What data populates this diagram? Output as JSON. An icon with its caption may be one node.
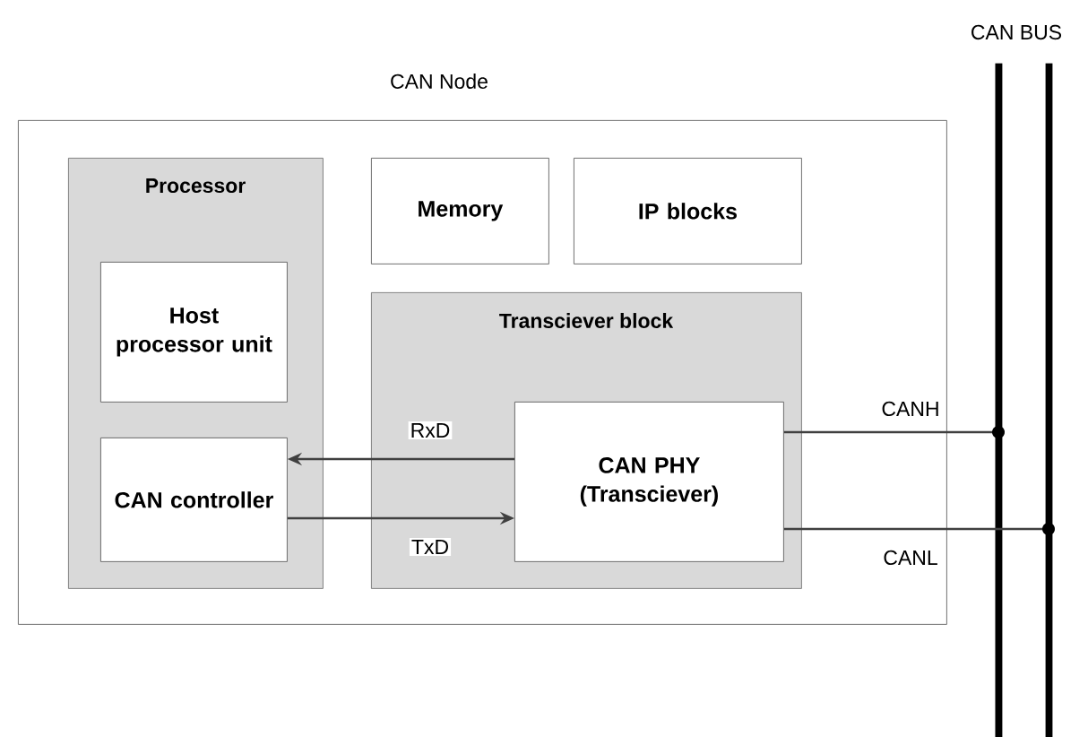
{
  "diagram": {
    "nodes": [
      {
        "text": [
          "CAN Node"
        ]
      },
      {
        "text": [
          "Processor"
        ],
        "in": 0
      },
      {
        "text": [
          "Host processor unit"
        ],
        "in": 1
      },
      {
        "text": [
          "CAN controller"
        ],
        "in": 1
      },
      {
        "text": [
          "Memory"
        ],
        "in": 0
      },
      {
        "text": [
          "IP blocks"
        ],
        "in": 0
      },
      {
        "text": [
          "Transciever block"
        ],
        "in": 0
      },
      {
        "text": [
          "CAN PHY (Transciever)"
        ],
        "in": 6
      },
      {
        "text": [],
        "shape": "bar"
      },
      {
        "text": [],
        "shape": "bar"
      }
    ],
    "edges": [
      {
        "from": 7,
        "to": 3,
        "arrow": "to",
        "label": "RxD"
      },
      {
        "from": 3,
        "to": 7,
        "arrow": "to",
        "label": "TxD"
      },
      {
        "from": 7,
        "to": 8,
        "arrow": "none",
        "label": "CANH"
      },
      {
        "from": 7,
        "to": 9,
        "arrow": "none",
        "label": "CANL"
      }
    ],
    "labels": [
      "CAN BUS"
    ]
  }
}
